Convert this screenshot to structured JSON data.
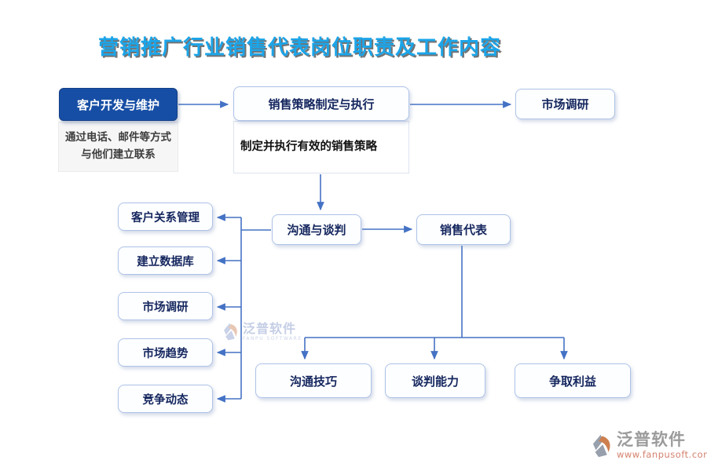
{
  "page": {
    "title": "营销推广行业销售代表岗位职责及工作内容"
  },
  "colors": {
    "title_blue": "#1CA5E9",
    "primary_box_bg": "#174EA5",
    "primary_box_text": "#FFFFFF",
    "node_border": "#AEC3E8",
    "node_text": "#14265E",
    "arrow": "#4472C4",
    "note_bg": "#F6F6F7",
    "note_text": "#3D3D3D",
    "watermark_gray": "#9B9B9B",
    "watermark_url_red": "#D4826E"
  },
  "nodes": {
    "customer_dev": {
      "label": "客户开发与维护",
      "note_line1": "通过电话、邮件等方式",
      "note_line2": "与他们建立联系"
    },
    "sales_strategy": {
      "label": "销售策略制定与执行",
      "note": "制定并执行有效的销售策略"
    },
    "market_research_top": {
      "label": "市场调研"
    },
    "communication_negotiation": {
      "label": "沟通与谈判"
    },
    "sales_rep": {
      "label": "销售代表"
    },
    "left_items": [
      {
        "label": "客户关系管理"
      },
      {
        "label": "建立数据库"
      },
      {
        "label": "市场调研"
      },
      {
        "label": "市场趋势"
      },
      {
        "label": "竞争动态"
      }
    ],
    "bottom_items": [
      {
        "label": "沟通技巧"
      },
      {
        "label": "谈判能力"
      },
      {
        "label": "争取利益"
      }
    ]
  },
  "watermarks": {
    "center": {
      "brand": "泛普软件",
      "sub": "FANPU SOFTWARE"
    },
    "bottom_right": {
      "brand": "泛普软件",
      "url": "www.fanpusoft.com"
    }
  }
}
